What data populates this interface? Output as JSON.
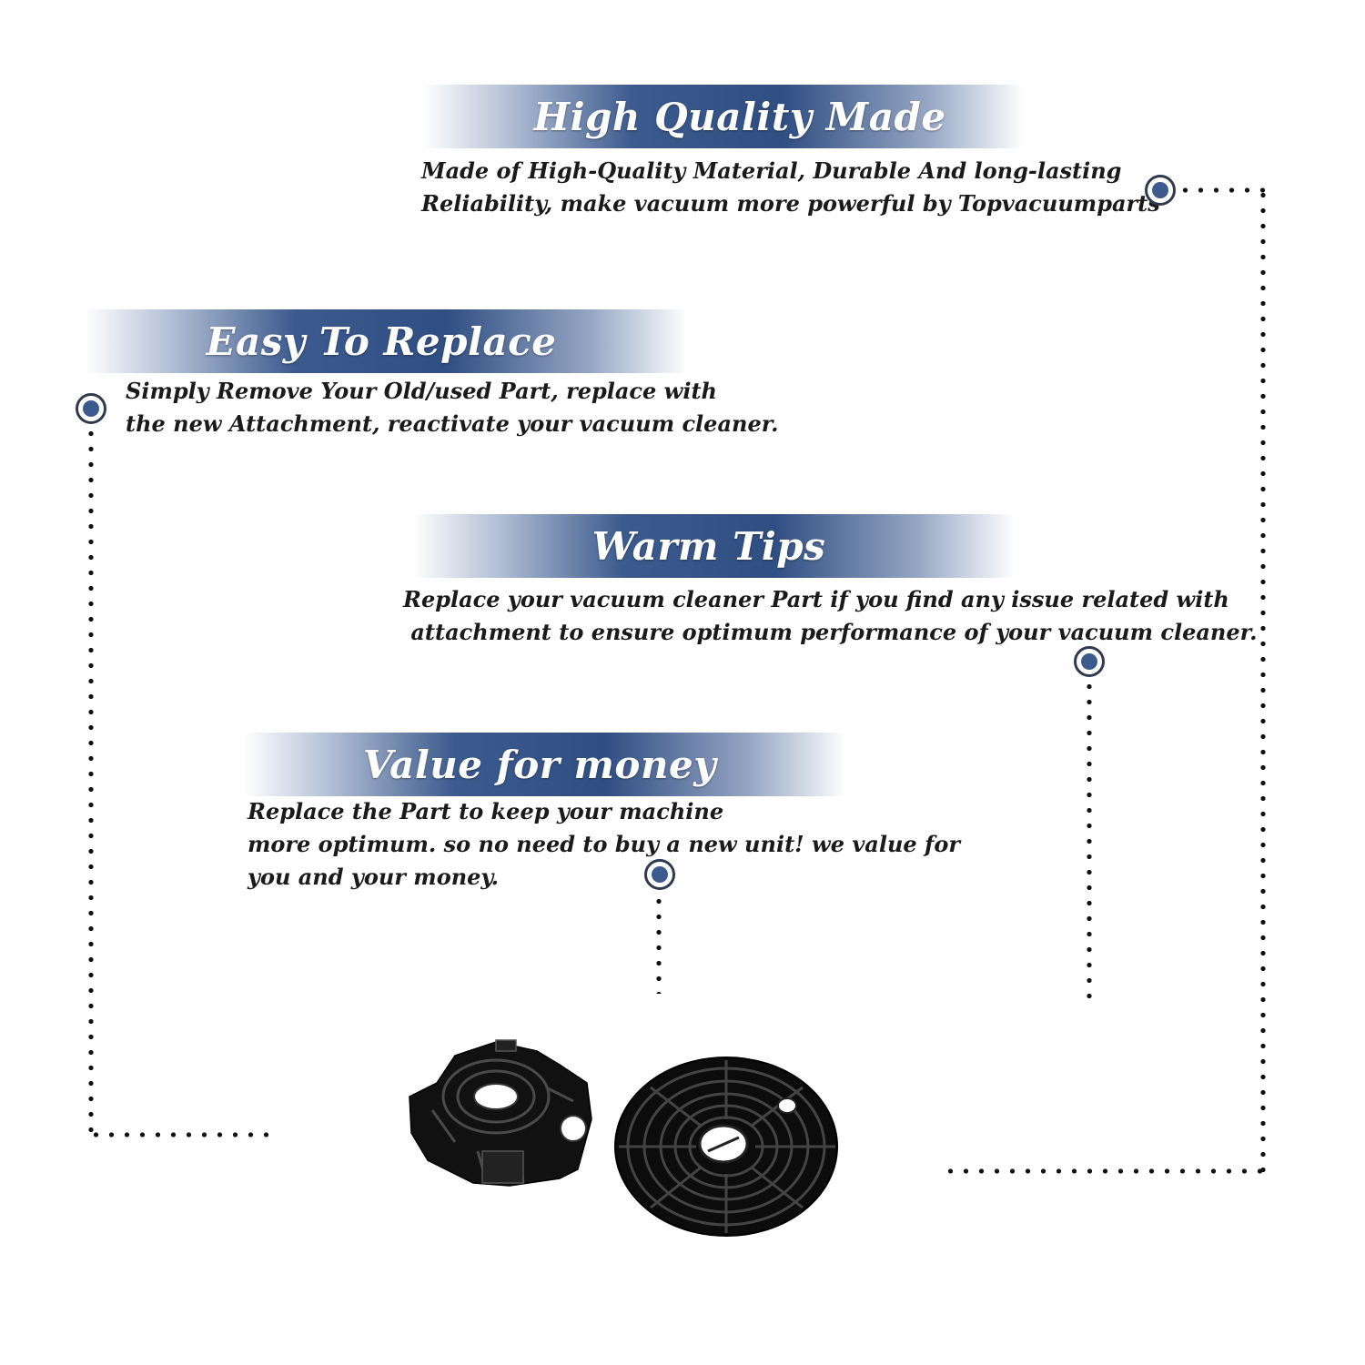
{
  "features": [
    {
      "title": "High Quality Made",
      "lines": [
        "Made of  High-Quality Material, Durable And long-lasting",
        "Reliability, make vacuum more powerful by Topvacuumparts"
      ]
    },
    {
      "title": "Easy To Replace",
      "lines": [
        "Simply Remove Your Old/used Part, replace with",
        "the new Attachment, reactivate your vacuum cleaner."
      ]
    },
    {
      "title": "Warm Tips",
      "lines": [
        "Replace your vacuum cleaner Part if you find any issue related with",
        " attachment to ensure optimum performance of your vacuum cleaner."
      ]
    },
    {
      "title": "Value for money",
      "lines": [
        "Replace the Part to keep your machine",
        "more optimum. so no need to buy a new unit! we value for",
        "you and your money."
      ]
    }
  ],
  "colors": {
    "banner_blue": "#2f4e82",
    "marker_fill": "#3b5a8d",
    "text": "#1a1a1a",
    "product": "#111111"
  },
  "icons": {
    "marker": "target-dot-icon",
    "left_part": "motor-housing-bracket",
    "right_part": "round-grille-filter-cover"
  }
}
